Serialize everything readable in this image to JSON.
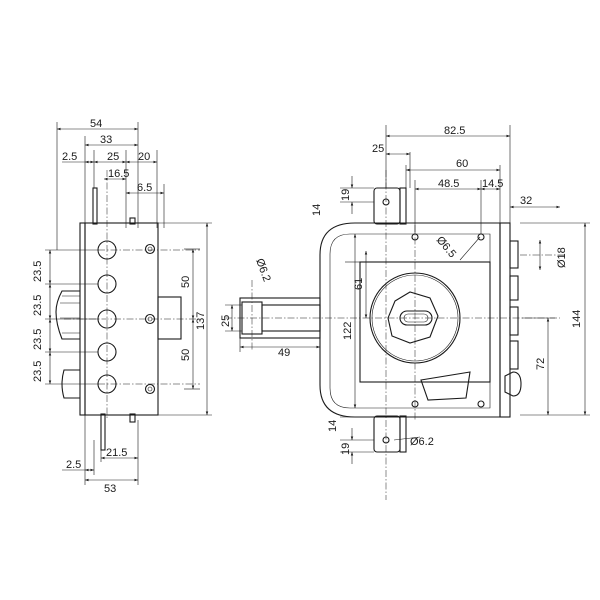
{
  "drawing": {
    "side_view": {
      "dims_top": [
        "54",
        "33",
        "2.5",
        "25",
        "20",
        "16.5",
        "6.5"
      ],
      "dims_left": [
        "23.5",
        "23.5",
        "23.5",
        "23.5"
      ],
      "dims_right": [
        "50",
        "50",
        "137"
      ],
      "dims_bottom": [
        "21.5",
        "2.5",
        "53"
      ]
    },
    "front_view": {
      "dims_top": [
        "82.5",
        "25",
        "60",
        "48.5",
        "14.5",
        "32",
        "19",
        "14"
      ],
      "dims_diam": [
        "Ø6.5",
        "Ø18",
        "Ø6.2",
        "Ø6.2"
      ],
      "dims_body": [
        "61",
        "122",
        "25",
        "49",
        "144",
        "72"
      ],
      "dims_bottom": [
        "14",
        "19"
      ]
    }
  }
}
